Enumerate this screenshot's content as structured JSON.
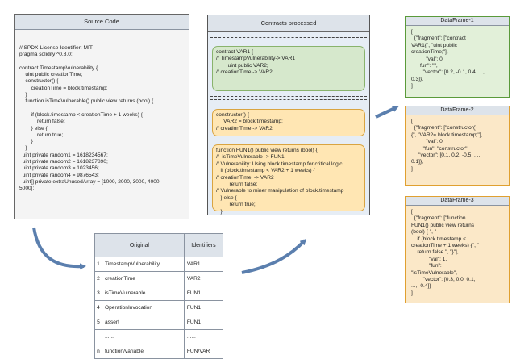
{
  "source_code": {
    "title": "Source Code",
    "code": "// SPDX-License-Identifier: MIT\npragma solidity ^0.8.0;\n\ncontract TimestampVulnerability {\n    uint public creationTime;\n    constructor() {\n        creationTime = block.timestamp;\n    }\n    function isTimeVulnerable() public view returns (bool) {\n\n        if (block.timestamp < creationTime + 1 weeks) {\n            return false;\n        } else {\n            return true;\n        }\n    }\n  uint private random1 = 1618234567;\n  uint private random2 = 1618237890;\n  uint private random3 = 1023456;\n  uint private random4 = 9876543;\n  uint[] private extraUnusedArray = [1000, 2000, 3000, 4000,\n5000];"
  },
  "contracts_processed": {
    "title": "Contracts processed",
    "fragments": [
      {
        "text": "contract VAR1 {\n// TimestampVulnerability-> VAR1\n        uint public VAR2;\n// creationTime -> VAR2"
      },
      {
        "text": "constructor() {\n     VAR2 = block.timestamp;\n// creationTime -> VAR2"
      },
      {
        "text": "function FUN1() public view returns (bool) {\n//  isTimeVulnerable -> FUN1\n// Vulnerability: Using block.timestamp for critical logic\n   if (block.timestamp < VAR2 + 1 weeks) {\n// creationTime  -> VAR2\n         return false;\n// Vulnerable to miner manipulation of block.timestamp\n   } else {\n         return true;\n   }"
      }
    ]
  },
  "mapping_table": {
    "headers": [
      "Original",
      "Identifiers"
    ],
    "rows": [
      {
        "n": "1",
        "original": "TimestampVulnerability",
        "identifier": "VAR1"
      },
      {
        "n": "2",
        "original": "creationTime",
        "identifier": "VAR2"
      },
      {
        "n": "3",
        "original": "isTimeVulnerable",
        "identifier": "FUN1"
      },
      {
        "n": "4",
        "original": "OperationInvocation",
        "identifier": "FUN1"
      },
      {
        "n": "5",
        "original": "assert",
        "identifier": "FUN1"
      },
      {
        "n": "",
        "original": "......",
        "identifier": "......"
      },
      {
        "n": "n",
        "original": "function/variable",
        "identifier": "FUN/VAR"
      }
    ]
  },
  "dataframes": [
    {
      "title": "DataFrame-1",
      "content": "[\n  {\"fragment\": [\"contract\nVAR1{\", \"uint public\ncreationTime;\"],\n          \"val\": 0,\n      fun\": \"\",\n        \"vector\": [0.2, -0.1, 0.4, ...,\n0.3]},\n]"
    },
    {
      "title": "DataFrame-2",
      "content": "[\n  {\"fragment\": [\"constructor()\n{\", \"VAR2= block.timestamp;\"],\n          \"val\": 0,\n        \"fun\": \"constructor\",\n     \"vector\": [0.1, 0.2, -0.5, ...,\n0.1]},\n]"
    },
    {
      "title": "DataFrame-3",
      "content": "[\n  {\"fragment\": [\"function\nFUN1() public view returns\n(bool) { \", \"\n    if (block.timestamp <\ncreationTime + 1 weeks) {\", \"\n    return false \", \"}\"],\n            \"val\": 1,\n            \"fun\":\n\"isTimeVulnerable\",\n        \"vector\": [0.3, 0.0, 0.1,\n..., -0.4]}\n]"
    }
  ]
}
